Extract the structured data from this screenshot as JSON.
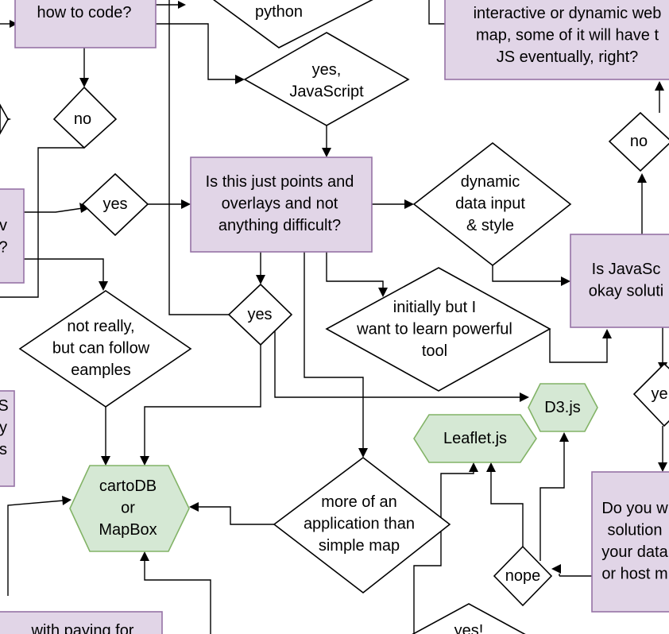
{
  "colors": {
    "process_fill": "#e1d5e7",
    "process_stroke": "#9673a6",
    "decision_fill": "#ffffff",
    "decision_stroke": "#000000",
    "terminal_fill": "#d5e8d4",
    "terminal_stroke": "#82b366"
  },
  "nodes": {
    "how_to_code": [
      "how to code?"
    ],
    "python": [
      "python"
    ],
    "js_eventually": [
      "interactive or dynamic web",
      "map, some of it will have t",
      "JS eventually, right?"
    ],
    "yes_javascript": [
      "yes,",
      "JavaScript"
    ],
    "no_left": [
      "no"
    ],
    "no_right": [
      "no"
    ],
    "points_overlays": [
      "Is this just points and",
      "overlays and not",
      "anything difficult?"
    ],
    "yes_left": [
      "yes"
    ],
    "dynamic_data": [
      "dynamic",
      "data input",
      "& style"
    ],
    "left_partial_box": [
      "v",
      "?"
    ],
    "js_okay": [
      "Is JavaSc",
      "okay soluti"
    ],
    "yes_center": [
      "yes"
    ],
    "not_really": [
      "not really,",
      "but can follow",
      "eamples"
    ],
    "initially_but": [
      "initially but I",
      "want to learn powerful",
      "tool"
    ],
    "yes_right": [
      "ye"
    ],
    "left_partial_box2": [
      "S",
      "y",
      "s"
    ],
    "d3js": [
      "D3.js"
    ],
    "leafletjs": [
      "Leaflet.js"
    ],
    "cartodb": [
      "cartoDB",
      "or",
      "MapBox"
    ],
    "more_of_app": [
      "more of an",
      "application than",
      "simple map"
    ],
    "do_you": [
      "Do you w",
      "solution",
      "your data",
      "or host m"
    ],
    "nope": [
      "nope"
    ],
    "paying_for": [
      "with paying for"
    ],
    "yes_bottom": [
      "yes!"
    ]
  }
}
